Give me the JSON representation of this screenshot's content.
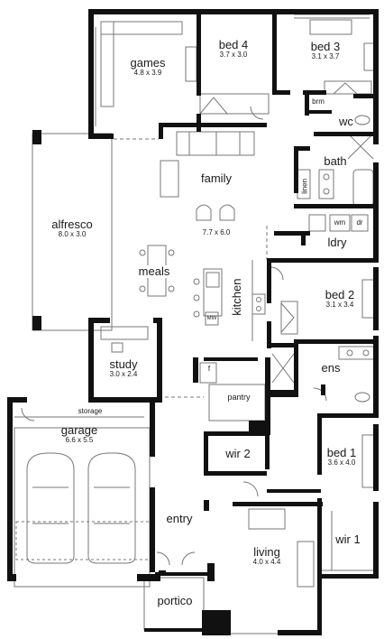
{
  "rooms": {
    "games": {
      "name": "games",
      "dims": "4.8 x 3.9"
    },
    "bed4": {
      "name": "bed 4",
      "dims": "3.7 x 3.0"
    },
    "bed3": {
      "name": "bed 3",
      "dims": "3.1 x 3.7"
    },
    "brm": {
      "name": "brm"
    },
    "wc": {
      "name": "wc"
    },
    "bath": {
      "name": "bath"
    },
    "linen": {
      "name": "linen"
    },
    "wm": {
      "name": "wm"
    },
    "dr": {
      "name": "dr"
    },
    "ldry": {
      "name": "ldry"
    },
    "family": {
      "name": "family",
      "dims": "7.7 x 6.0"
    },
    "alfresco": {
      "name": "alfresco",
      "dims": "8.0 x 3.0"
    },
    "meals": {
      "name": "meals"
    },
    "kitchen": {
      "name": "kitchen"
    },
    "mw": {
      "name": "MW"
    },
    "bed2": {
      "name": "bed 2",
      "dims": "3.1 x 3.4"
    },
    "study": {
      "name": "study",
      "dims": "3.0 x 2.4"
    },
    "fridge": {
      "name": "f"
    },
    "pantry": {
      "name": "pantry"
    },
    "ens": {
      "name": "ens"
    },
    "storage": {
      "name": "storage"
    },
    "garage": {
      "name": "garage",
      "dims": "6.6 x 5.5"
    },
    "wir2": {
      "name": "wir 2"
    },
    "bed1": {
      "name": "bed 1",
      "dims": "3.6 x 4.0"
    },
    "entry": {
      "name": "entry"
    },
    "living": {
      "name": "living",
      "dims": "4.0 x 4.4"
    },
    "wir1": {
      "name": "wir 1"
    },
    "portico": {
      "name": "portico"
    }
  },
  "colors": {
    "wall": "#111111",
    "line": "#666666",
    "fixture": "#8a8a8a"
  }
}
